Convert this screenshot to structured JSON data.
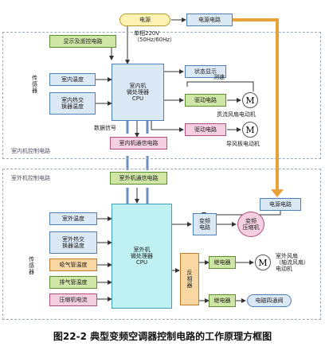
{
  "power": {
    "source": "电源",
    "circuit": "电源电路",
    "spec": "单相220V\n（50Hz/60Hz）"
  },
  "indoor": {
    "display_remote": "显示及遥控电路",
    "sensor_group": "传\n感\n器",
    "room_temp": "室内温度",
    "coil_temp": "室内热交\n换器温度",
    "cpu": "室内机\n微处理器\nCPU",
    "status_display": "状态显示",
    "speed_measure": "测速",
    "drive1": "驱动电路",
    "drive2": "驱动电路",
    "motor1_name": "贯流风扇电动机",
    "motor2_name": "导风板电动机",
    "data_signal": "数据信号",
    "comm": "室内机通信电路",
    "region_label": "室内机控制电路"
  },
  "outdoor": {
    "region_label": "室外机控制电路",
    "comm": "室外机通信电路",
    "power_circuit": "电源电路",
    "sensor_group": "传\n感\n器",
    "temp": "室外温度",
    "coil_temp": "室外热交\n换器温度",
    "suction_temp": "吸气管温度",
    "exhaust_temp": "排气管温度",
    "comp_current": "压缩机电流",
    "cpu": "室外机\n微处理器\nCPU",
    "inverter": "变频\n电路",
    "comp_motor": "变频\n压缩机",
    "phase_inverter": "反\n相\n器",
    "relay1": "继电器",
    "relay2": "继电器",
    "fan_motor_name": "室外风扇\n（轴流风扇）\n电动机",
    "valve": "电磁四通阀"
  },
  "motor_symbol": "M",
  "caption": "图22-2 典型变频空调器控制电路的工作原理方框图"
}
